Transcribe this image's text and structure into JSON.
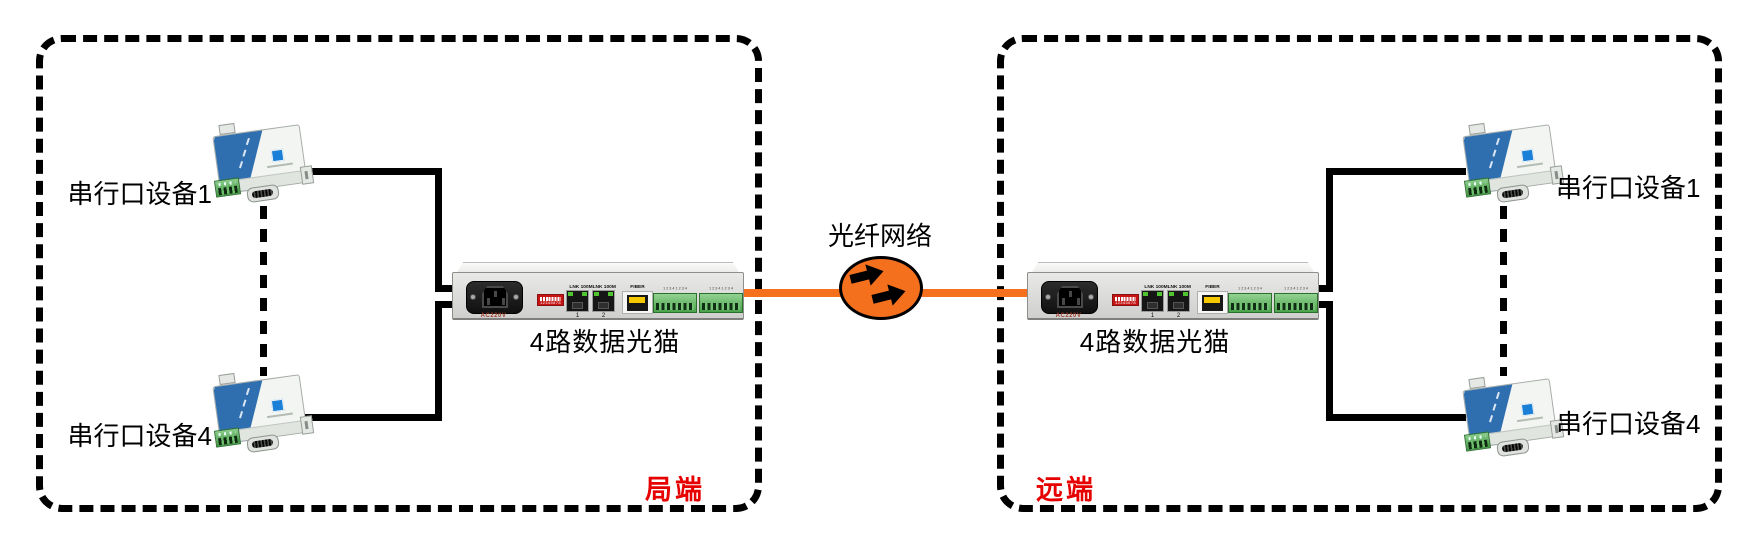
{
  "colors": {
    "fiber_orange": "#F4701D",
    "region_label_red": "#E60000",
    "wire_black": "#000000"
  },
  "fiber_network_label": "光纤网络",
  "local": {
    "region_label": "局端",
    "device1_label": "串行口设备1",
    "device4_label": "串行口设备4",
    "modem_label": "4路数据光猫"
  },
  "remote": {
    "region_label": "远端",
    "device1_label": "串行口设备1",
    "device4_label": "串行口设备4",
    "modem_label": "4路数据光猫"
  },
  "modem_panel": {
    "power_label": "AC220V",
    "dip_numbers": "12345678",
    "ethernet_label": "LNK 100MLNK 100M",
    "port1_label": "1",
    "port2_label": "2",
    "fiber_port_label": "FIBER",
    "terminal_numbers_left": "1 2 3 4 1 2 3 4",
    "terminal_numbers_right": "1 2 3 4 1 2 3 4"
  }
}
